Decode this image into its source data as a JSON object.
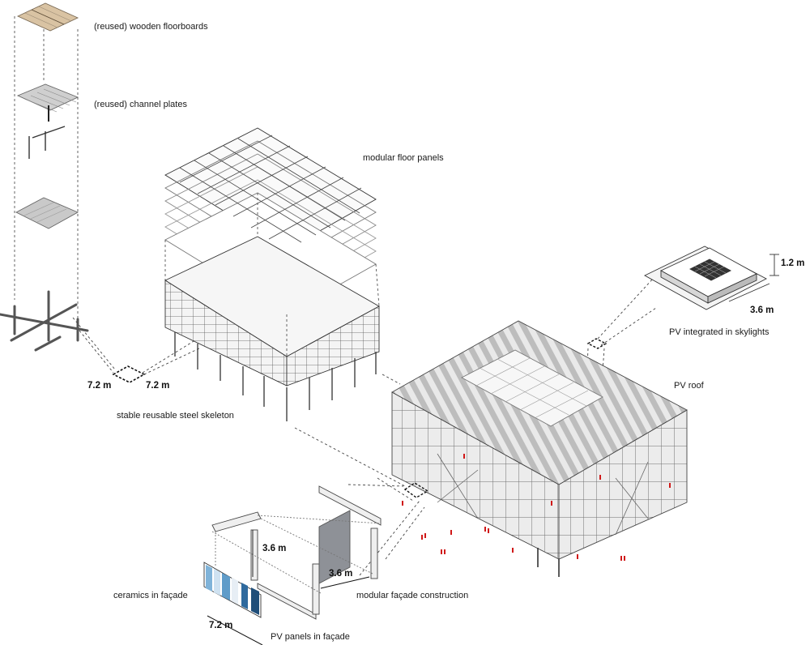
{
  "labels": {
    "wooden_floorboards": "(reused) wooden floorboards",
    "channel_plates": "(reused) channel plates",
    "modular_floor_panels": "modular floor panels",
    "steel_skeleton": "stable reusable steel skeleton",
    "pv_skylights": "PV integrated in skylights",
    "pv_roof": "PV roof",
    "ceramics_facade": "ceramics in façade",
    "modular_facade": "modular façade construction",
    "pv_panels_facade": "PV panels in façade"
  },
  "dimensions": {
    "grid_w": "7.2 m",
    "grid_d": "7.2 m",
    "skylight_h": "1.2 m",
    "skylight_w": "3.6 m",
    "facade_h": "3.6 m",
    "facade_d": "3.6 m",
    "facade_w": "7.2 m"
  },
  "colors": {
    "line": "#333333",
    "wood": "#d9c3a3",
    "steel_plate": "#c9c9c9",
    "panel_gray": "#8e9197",
    "people": "#d01818",
    "ceramic_blue": "#7fb3d9",
    "pv_dark": "#1f4e79"
  }
}
